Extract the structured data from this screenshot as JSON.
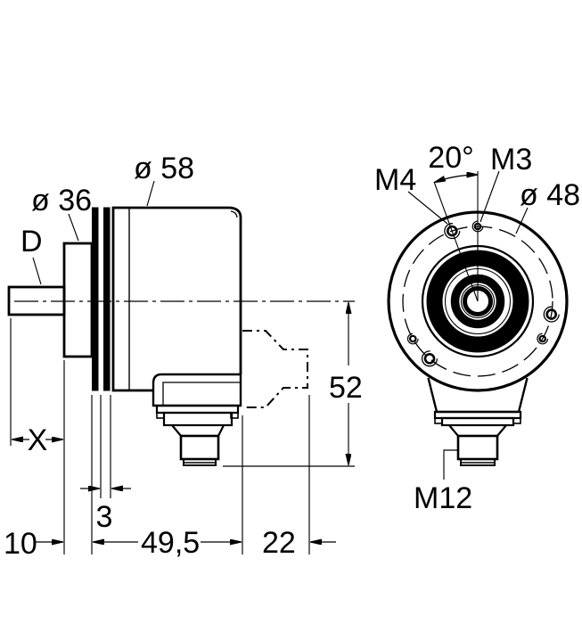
{
  "drawing": {
    "type": "encoder-dimensional-drawing",
    "side_view": {
      "labels": {
        "body_diameter": "ø 58",
        "flange_diameter": "ø 36",
        "shaft_diameter": "D",
        "shaft_length": "X",
        "dim_shaft_extension": "10",
        "dim_clamp_ring": "3",
        "dim_housing_depth": "49,5",
        "dim_mating_connector": "22",
        "dim_connector_height": "52"
      }
    },
    "front_view": {
      "labels": {
        "hole_angle": "20°",
        "screw_hole_large": "M4",
        "screw_hole_small": "M3",
        "bolt_circle_diameter": "ø 48",
        "connector_thread": "M12"
      }
    },
    "colors": {
      "line": "#000000",
      "background": "#ffffff"
    }
  }
}
